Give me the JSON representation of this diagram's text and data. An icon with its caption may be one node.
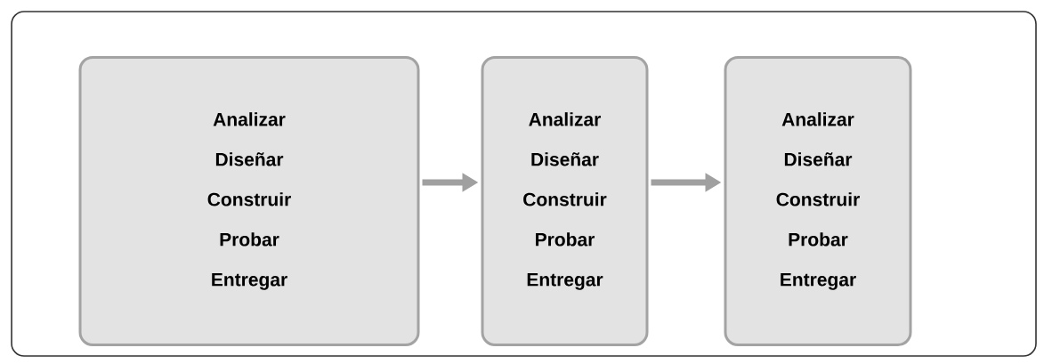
{
  "diagram": {
    "nodes": [
      {
        "text": [
          "Analizar",
          "Diseñar",
          "Construir",
          "Probar",
          "Entregar"
        ]
      },
      {
        "text": [
          "Analizar",
          "Diseñar",
          "Construir",
          "Probar",
          "Entregar"
        ]
      },
      {
        "text": [
          "Analizar",
          "Diseñar",
          "Construir",
          "Probar",
          "Entregar"
        ]
      }
    ],
    "edges": [
      {
        "from": 0,
        "to": 1,
        "arrow": "to"
      },
      {
        "from": 1,
        "to": 2,
        "arrow": "to"
      }
    ]
  }
}
